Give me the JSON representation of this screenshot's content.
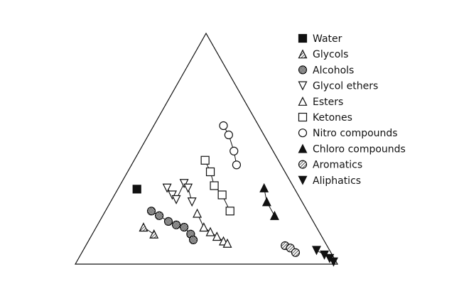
{
  "chart_data": {
    "type": "scatter",
    "title": "",
    "grid": false,
    "legend_position": "right",
    "triangle_vertices": [
      "bottom-left",
      "top",
      "bottom-right"
    ],
    "series": [
      {
        "name": "Water",
        "marker": "filled-square",
        "points": [
          [
            0.235,
            0.325
          ]
        ]
      },
      {
        "name": "Glycols",
        "marker": "hatched-triangle",
        "points": [
          [
            0.26,
            0.16
          ],
          [
            0.3,
            0.13
          ]
        ]
      },
      {
        "name": "Alcohols",
        "marker": "gray-circle",
        "points": [
          [
            0.29,
            0.23
          ],
          [
            0.32,
            0.21
          ],
          [
            0.355,
            0.185
          ],
          [
            0.385,
            0.17
          ],
          [
            0.415,
            0.16
          ],
          [
            0.44,
            0.13
          ],
          [
            0.45,
            0.105
          ]
        ]
      },
      {
        "name": "Glycol ethers",
        "marker": "open-down-triangle",
        "points": [
          [
            0.35,
            0.33
          ],
          [
            0.37,
            0.3
          ],
          [
            0.385,
            0.28
          ],
          [
            0.415,
            0.35
          ],
          [
            0.43,
            0.33
          ],
          [
            0.445,
            0.27
          ]
        ]
      },
      {
        "name": "Esters",
        "marker": "open-triangle",
        "points": [
          [
            0.465,
            0.22
          ],
          [
            0.49,
            0.16
          ],
          [
            0.515,
            0.14
          ],
          [
            0.54,
            0.12
          ],
          [
            0.565,
            0.1
          ],
          [
            0.58,
            0.09
          ]
        ]
      },
      {
        "name": "Ketones",
        "marker": "open-square",
        "points": [
          [
            0.495,
            0.45
          ],
          [
            0.515,
            0.4
          ],
          [
            0.53,
            0.34
          ],
          [
            0.56,
            0.3
          ],
          [
            0.59,
            0.23
          ]
        ]
      },
      {
        "name": "Nitro compounds",
        "marker": "open-circle",
        "points": [
          [
            0.565,
            0.6
          ],
          [
            0.585,
            0.56
          ],
          [
            0.605,
            0.49
          ],
          [
            0.615,
            0.43
          ]
        ]
      },
      {
        "name": "Chloro compounds",
        "marker": "filled-triangle",
        "points": [
          [
            0.72,
            0.33
          ],
          [
            0.73,
            0.27
          ],
          [
            0.76,
            0.21
          ]
        ]
      },
      {
        "name": "Aromatics",
        "marker": "hatched-circle",
        "points": [
          [
            0.8,
            0.08
          ],
          [
            0.82,
            0.07
          ],
          [
            0.84,
            0.05
          ]
        ]
      },
      {
        "name": "Aliphatics",
        "marker": "filled-down-triangle",
        "points": [
          [
            0.92,
            0.06
          ],
          [
            0.95,
            0.04
          ],
          [
            0.97,
            0.025
          ],
          [
            0.985,
            0.01
          ]
        ]
      }
    ]
  }
}
